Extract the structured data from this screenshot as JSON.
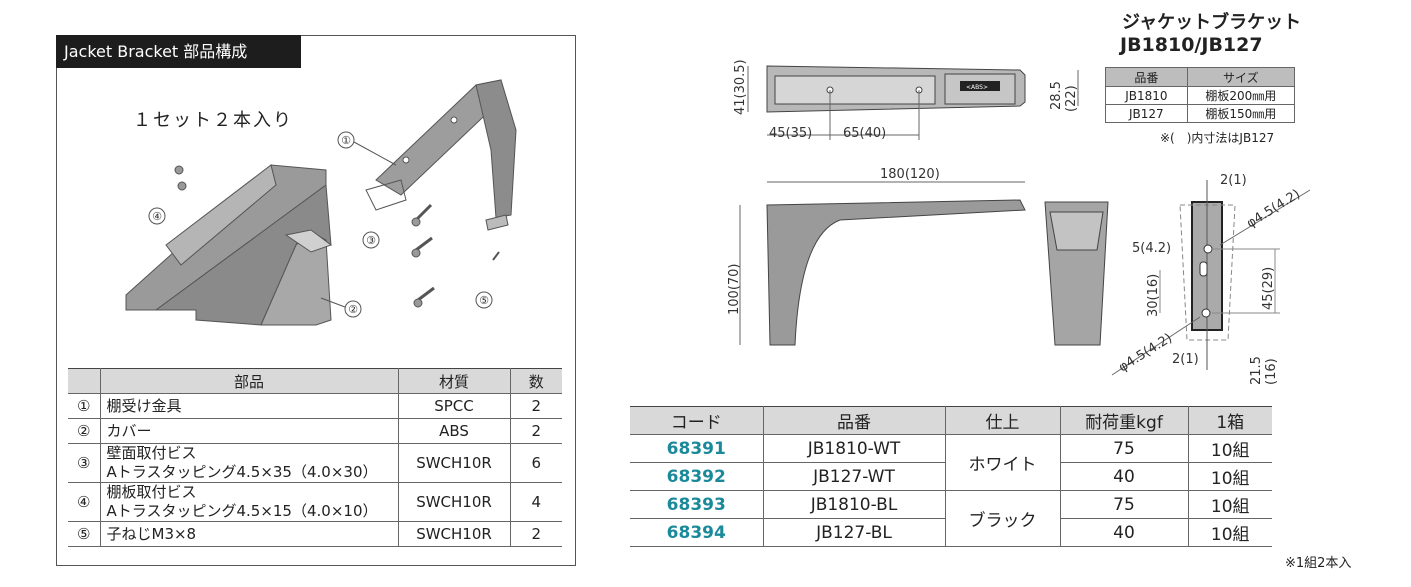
{
  "left_panel": {
    "title": "Jacket Bracket 部品構成",
    "set_note": "１セット２本入り",
    "callouts": [
      "①",
      "②",
      "③",
      "④",
      "⑤"
    ],
    "table": {
      "headers": [
        "",
        "部品",
        "材質",
        "数"
      ],
      "rows": [
        {
          "no": "①",
          "part": "棚受け金具",
          "part2": "",
          "material": "SPCC",
          "qty": "2"
        },
        {
          "no": "②",
          "part": "カバー",
          "part2": "",
          "material": "ABS",
          "qty": "2"
        },
        {
          "no": "③",
          "part": "壁面取付ビス",
          "part2": "Aトラスタッピング4.5×35（4.0×30）",
          "material": "SWCH10R",
          "qty": "6"
        },
        {
          "no": "④",
          "part": "棚板取付ビス",
          "part2": "Aトラスタッピング4.5×15（4.0×10）",
          "material": "SWCH10R",
          "qty": "4"
        },
        {
          "no": "⑤",
          "part": "子ねじM3×8",
          "part2": "",
          "material": "SWCH10R",
          "qty": "2"
        }
      ]
    }
  },
  "right_panel": {
    "title_line1": "ジャケットブラケット",
    "title_line2": "JB1810/JB127",
    "spec_table": {
      "headers": [
        "品番",
        "サイズ"
      ],
      "rows": [
        [
          "JB1810",
          "棚板200㎜用"
        ],
        [
          "JB127",
          "棚板150㎜用"
        ]
      ]
    },
    "spec_note": "※(　)内寸法はJB127",
    "dimensions": {
      "top_height": "41(30.5)",
      "top_end_a": "28.5",
      "top_end_b": "(22)",
      "hole_offset": "45(35)",
      "hole_pitch": "65(40)",
      "length": "180(120)",
      "height": "100(70)",
      "thickness_top": "2(1)",
      "thickness_bottom": "2(1)",
      "hole_dia_top": "φ4.5(4.2)",
      "hole_dia_bottom": "φ4.5(4.2)",
      "slot_offset": "5(4.2)",
      "slot_length": "30(16)",
      "hole_span": "45(29)",
      "bottom_margin_a": "21.5",
      "bottom_margin_b": "(16)"
    },
    "abs_label": "<ABS>",
    "product_table": {
      "headers": [
        "コード",
        "品番",
        "仕上",
        "耐荷重kgf",
        "1箱"
      ],
      "rows": [
        {
          "code": "68391",
          "model": "JB1810-WT",
          "load": "75",
          "box": "10組"
        },
        {
          "code": "68392",
          "model": "JB127-WT",
          "load": "40",
          "box": "10組"
        },
        {
          "code": "68393",
          "model": "JB1810-BL",
          "load": "75",
          "box": "10組"
        },
        {
          "code": "68394",
          "model": "JB127-BL",
          "load": "40",
          "box": "10組"
        }
      ],
      "finishes": [
        "ホワイト",
        "ブラック"
      ]
    },
    "footnote": "※1組2本入",
    "code_color": "#1a8a9a"
  }
}
